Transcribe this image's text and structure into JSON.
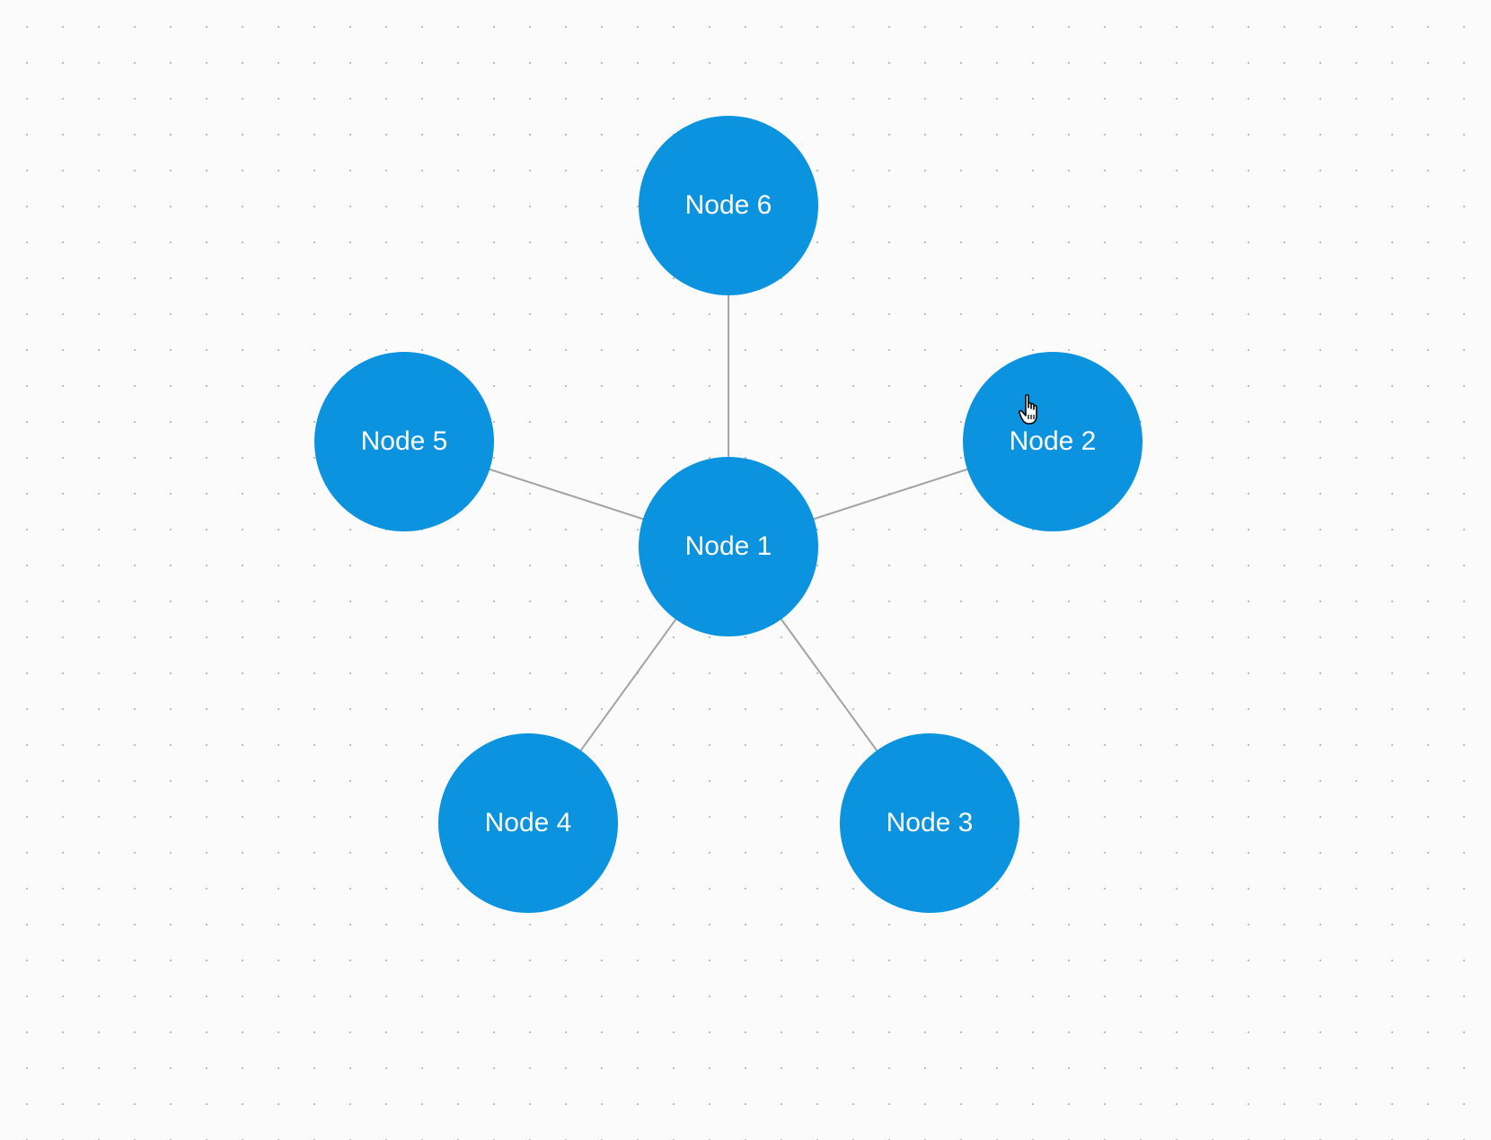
{
  "graph": {
    "node_color": "#0b93df",
    "edge_color": "#a3a3a3",
    "nodes": [
      {
        "id": "n1",
        "label": "Node 1"
      },
      {
        "id": "n2",
        "label": "Node 2"
      },
      {
        "id": "n3",
        "label": "Node 3"
      },
      {
        "id": "n4",
        "label": "Node 4"
      },
      {
        "id": "n5",
        "label": "Node 5"
      },
      {
        "id": "n6",
        "label": "Node 6"
      }
    ],
    "edges": [
      {
        "from": "n1",
        "to": "n2"
      },
      {
        "from": "n1",
        "to": "n3"
      },
      {
        "from": "n1",
        "to": "n4"
      },
      {
        "from": "n1",
        "to": "n5"
      },
      {
        "from": "n1",
        "to": "n6"
      }
    ]
  },
  "cursor": {
    "icon": "hand-pointer-icon"
  }
}
